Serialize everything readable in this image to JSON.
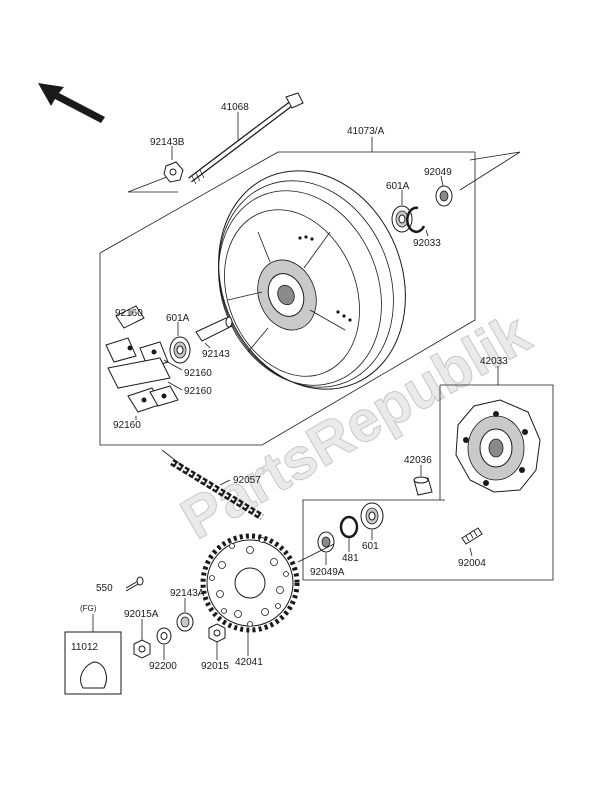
{
  "watermark": "PartsRepublik",
  "fg_marker": "(FG)",
  "part_labels": {
    "p41068": "41068",
    "p92143B": "92143B",
    "p41073A": "41073/A",
    "p92049": "92049",
    "p601A_top": "601A",
    "p92033": "92033",
    "p92160_a": "92160",
    "p601A_left": "601A",
    "p92143": "92143",
    "p92160_b": "92160",
    "p92160_c": "92160",
    "p92160_d": "92160",
    "p42033": "42033",
    "p42036": "42036",
    "p92057": "92057",
    "p601": "601",
    "p481": "481",
    "p92049A": "92049A",
    "p92004": "92004",
    "p550": "550",
    "p92143A": "92143A",
    "p92015A": "92015A",
    "p11012": "11012",
    "p92200": "92200",
    "p92015": "92015",
    "p42041": "42041"
  }
}
